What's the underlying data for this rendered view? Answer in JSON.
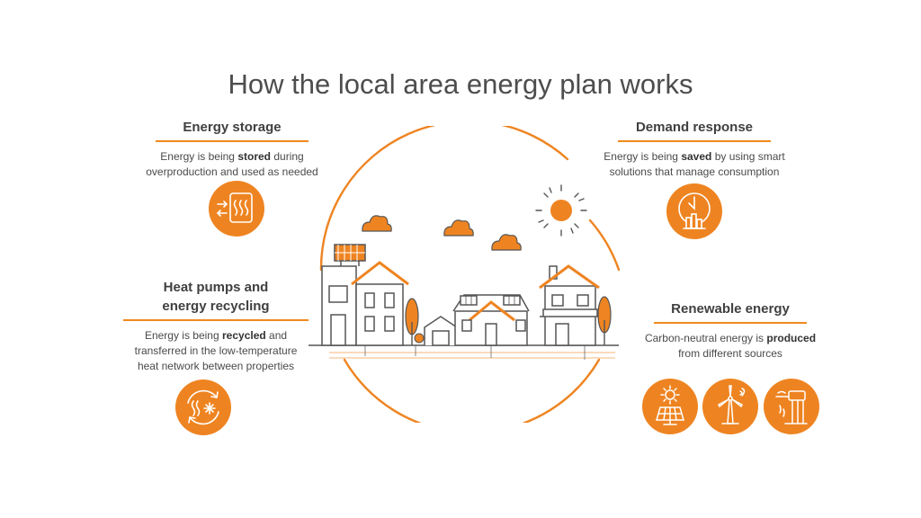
{
  "title": "How the local area energy plan works",
  "colors": {
    "accent": "#ee8421",
    "line": "#555555",
    "text": "#4a4a4a"
  },
  "energy_storage": {
    "heading": "Energy storage",
    "desc_pre": "Energy is being ",
    "desc_bold": "stored",
    "desc_post": " during",
    "desc_line2": "overproduction and used as needed",
    "icon": "heat-storage-icon"
  },
  "demand_response": {
    "heading": "Demand response",
    "desc_pre": "Energy is being ",
    "desc_bold": "saved",
    "desc_post": " by using smart",
    "desc_line2": "solutions that manage consumption",
    "icon": "clock-meter-icon"
  },
  "heat_pumps": {
    "heading_line1": "Heat pumps and",
    "heading_line2": "energy recycling",
    "desc_pre": "Energy is being ",
    "desc_bold": "recycled",
    "desc_post": " and",
    "desc_line2": "transferred in the low-temperature",
    "desc_line3": "heat network between properties",
    "icon": "heat-recycling-icon"
  },
  "renewable": {
    "heading": "Renewable energy",
    "desc_pre": "Carbon-neutral energy is ",
    "desc_bold": "produced",
    "desc_line2": "from different sources",
    "icons": [
      "solar-panel-icon",
      "wind-turbine-icon",
      "hydro-power-icon"
    ]
  }
}
